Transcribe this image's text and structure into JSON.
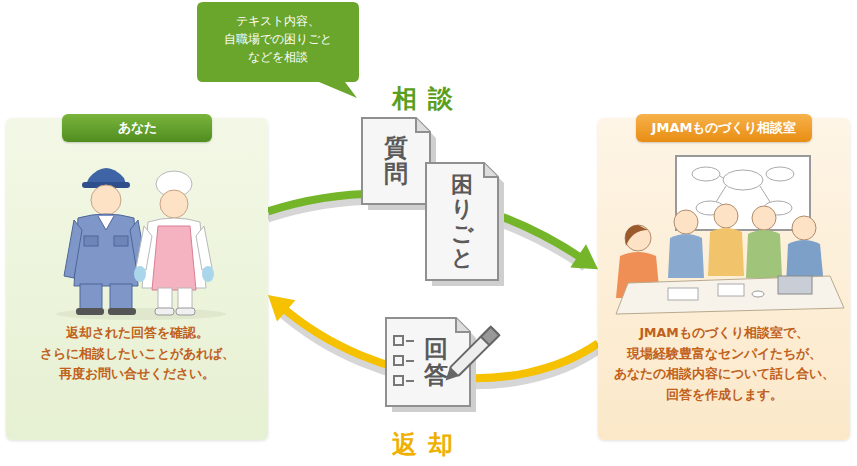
{
  "diagram": {
    "nodes": [
      {
        "text": [
          "テキスト内容、 自職場での困りごと などを相談"
        ]
      },
      {
        "text": [
          "返却された回答を確認。 さらに相談したいことがあれば、 再度お問い合せください。"
        ]
      },
      {
        "text": [
          "あなた"
        ],
        "in": 1
      },
      {
        "text": [
          "質問"
        ]
      },
      {
        "text": [
          "困りごと"
        ]
      },
      {
        "text": [
          "回答"
        ]
      },
      {
        "text": [
          "JMAMものづくり相談室で、 現場経験豊富なセンパイたちが、 あなたの相談内容について話し合い、 回答を作成します。"
        ]
      },
      {
        "text": [
          "JMAMものづくり相談室"
        ],
        "in": 6
      }
    ],
    "edges": [
      {
        "from": 1,
        "to": 6,
        "arrow": "to",
        "label": "相談"
      },
      {
        "from": 6,
        "to": 1,
        "arrow": "to",
        "label": "返却"
      }
    ]
  }
}
